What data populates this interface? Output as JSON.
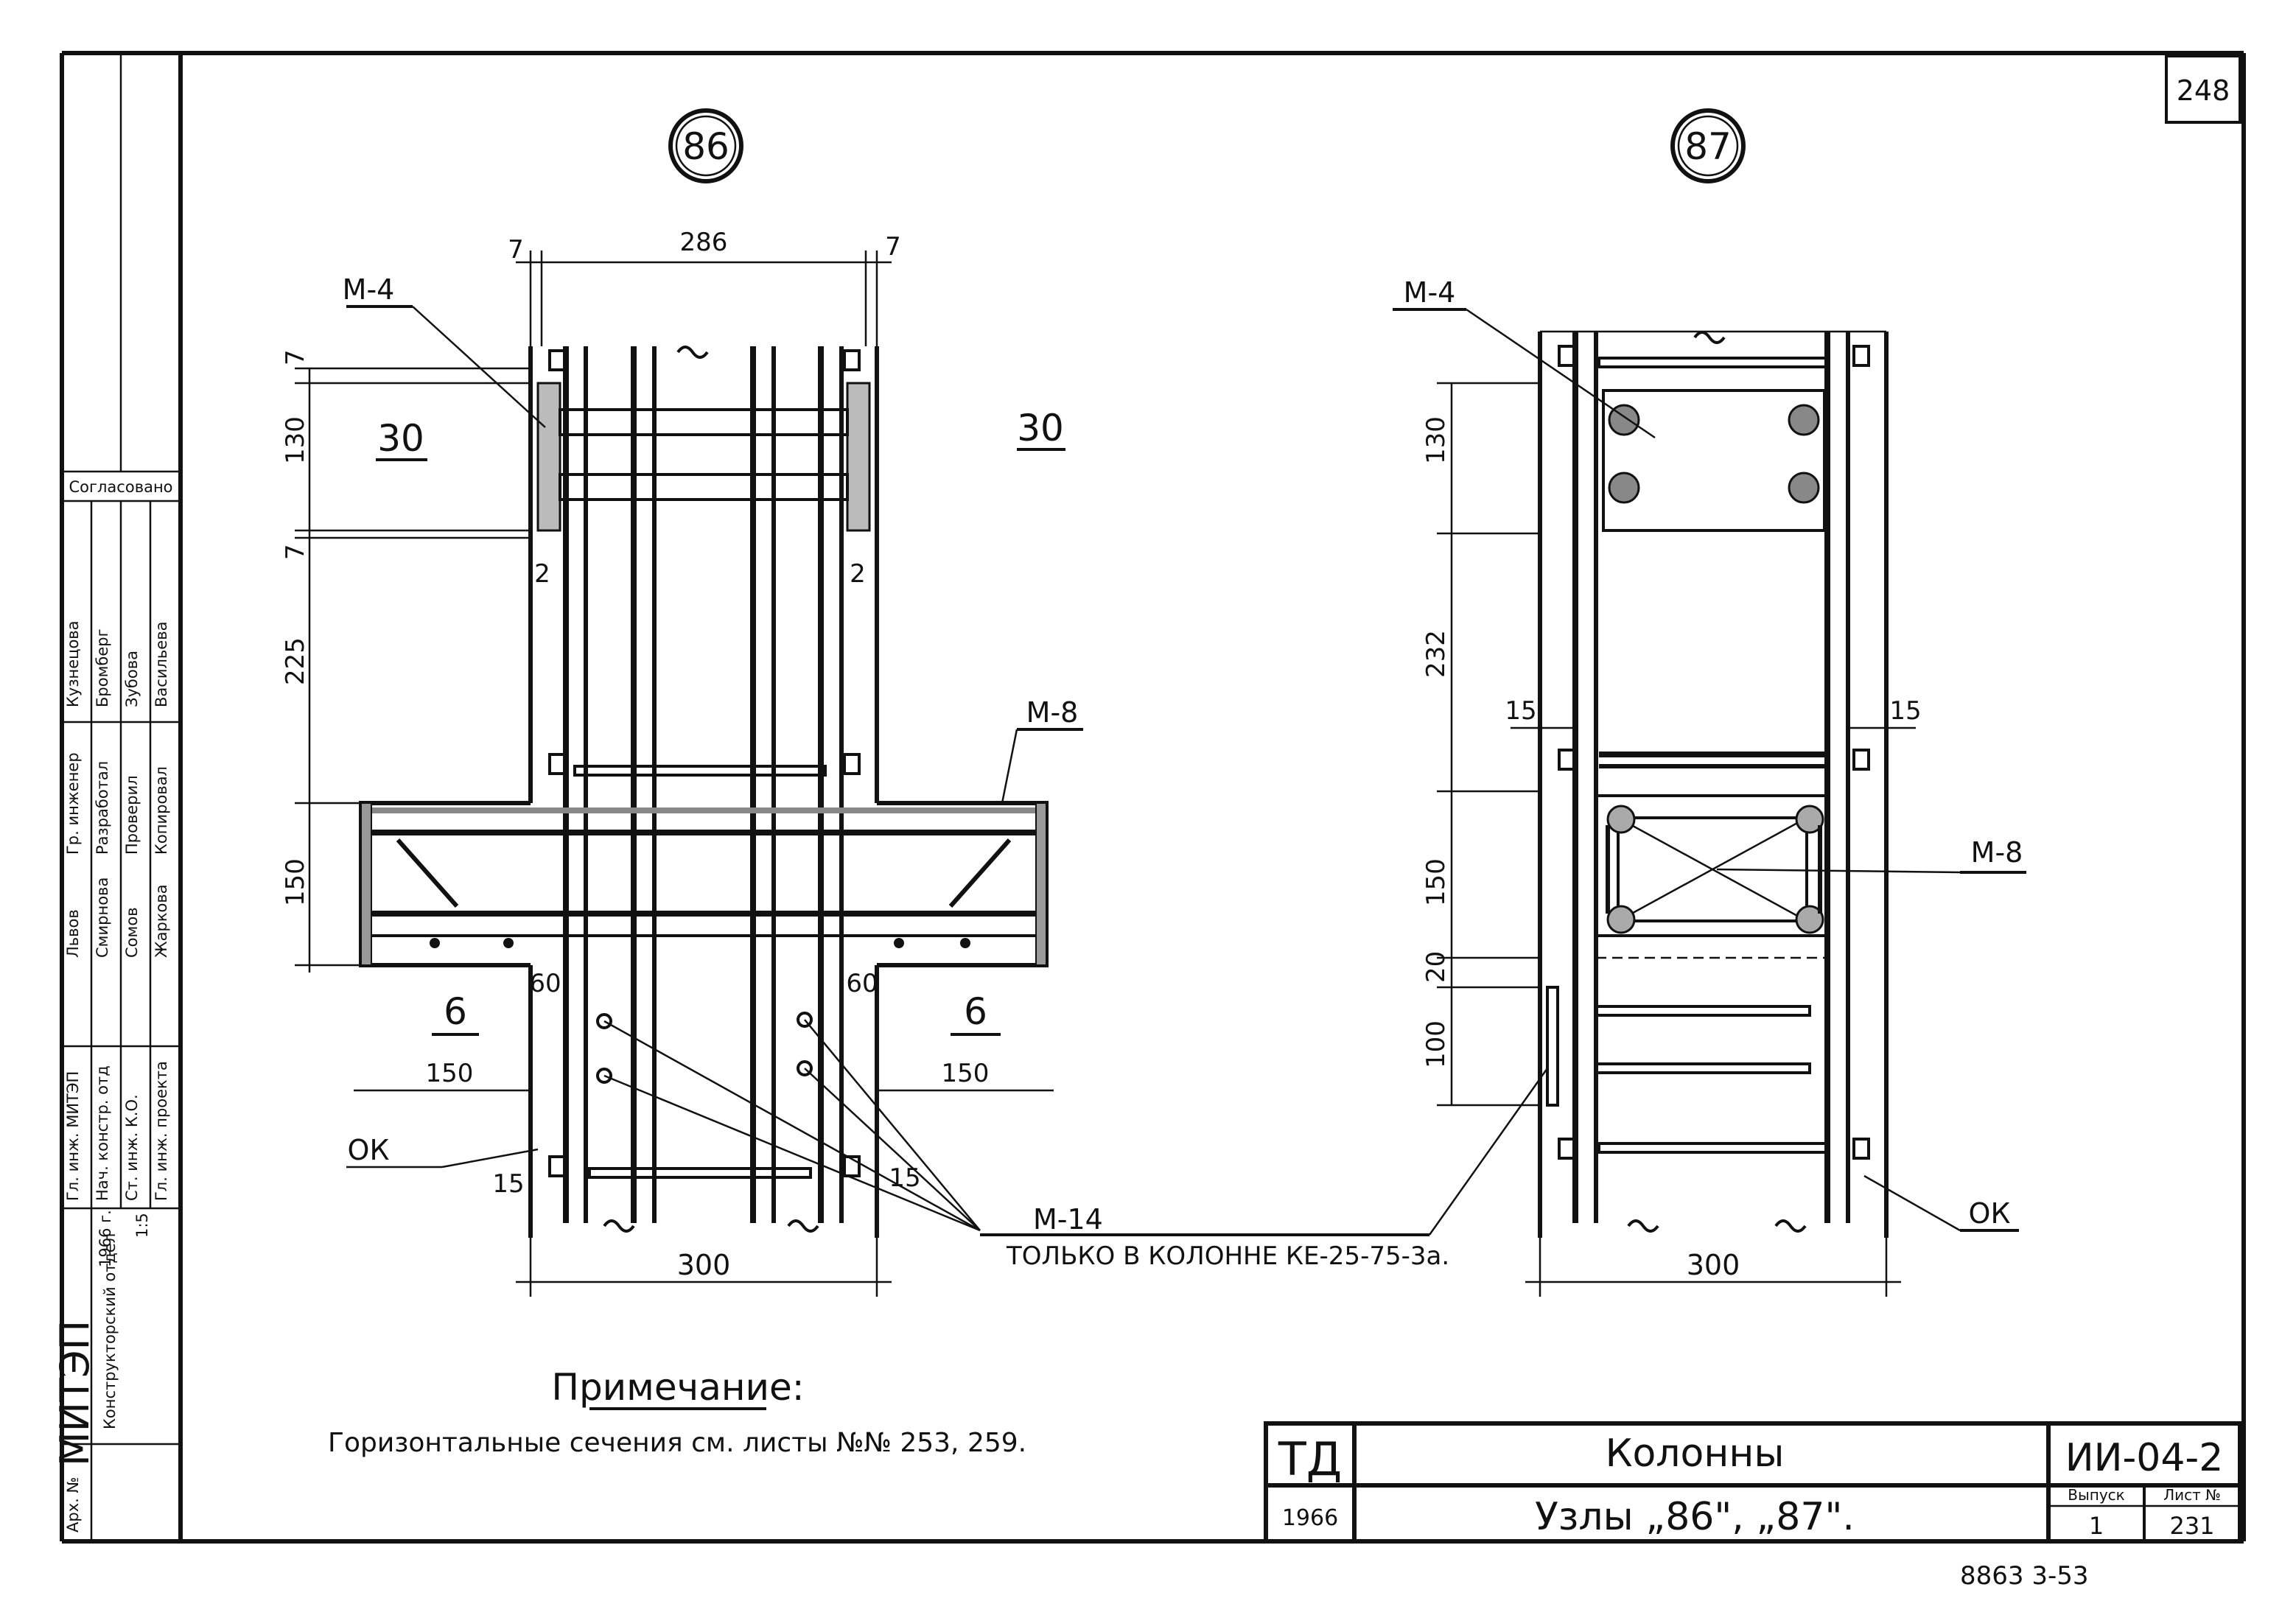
{
  "sheet": {
    "page_number": "248",
    "nodes": {
      "left": "86",
      "right": "87"
    }
  },
  "node86": {
    "dims": {
      "top_width": "286",
      "seven_left": "7",
      "seven_right": "7",
      "v_7_top": "7",
      "v_130": "130",
      "v_7_mid": "7",
      "v_225": "225",
      "v_150": "150",
      "gap_left": "2",
      "gap_right": "2",
      "off_left_60": "60",
      "off_right_60": "60",
      "w_left_150": "150",
      "w_right_150": "150",
      "v_15": "15",
      "v_15b": "15",
      "bottom_width": "300"
    },
    "labels": {
      "m4": "М-4",
      "m8": "М-8",
      "ok": "ОК",
      "slab_left": "30",
      "slab_right": "30",
      "wall_left": "6",
      "wall_right": "6"
    }
  },
  "node87": {
    "dims": {
      "v_130": "130",
      "v_232": "232",
      "v_15_left": "15",
      "v_15_right": "15",
      "v_150": "150",
      "v_20": "20",
      "v_100": "100",
      "bottom_width": "300"
    },
    "labels": {
      "m4": "М-4",
      "m8": "М-8",
      "ok": "ОК"
    }
  },
  "callout": {
    "m14": "М-14",
    "note": "ТОЛЬКО В КОЛОННЕ КЕ-25-75-3а."
  },
  "remark": {
    "title": "Примечание:",
    "text": "Горизонтальные сечения см. листы №№ 253, 259."
  },
  "title_block": {
    "org": "ТД",
    "year": "1966",
    "title": "Колонны",
    "subtitle": "Узлы „86\", „87\".",
    "code": "ИИ-04-2",
    "issue_label": "Выпуск",
    "sheet_label": "Лист №",
    "issue": "1",
    "sheet_no": "231",
    "bottom_stamp": "8863   3-53"
  },
  "side_stamp": {
    "agreed": "Согласовано",
    "people": [
      "Кузнецова",
      "Бромберг",
      "Зубова",
      "Васильева"
    ],
    "roles": [
      "Гр. инженер",
      "Разработал",
      "Проверил",
      "Копировал"
    ],
    "people2": [
      "Львов",
      "Смирнова",
      "Сомов",
      "Жаркова"
    ],
    "roles2": [
      "Гл. инж. МИТЭП",
      "Нач. констр. отд",
      "Ст. инж. К.О.",
      "Гл. инж. проекта"
    ],
    "org": "МИТЭП",
    "dept": "Конструкторский отдел",
    "date": "1966 г.",
    "scale": "1:5",
    "sheet_tag": "Арх. №"
  }
}
